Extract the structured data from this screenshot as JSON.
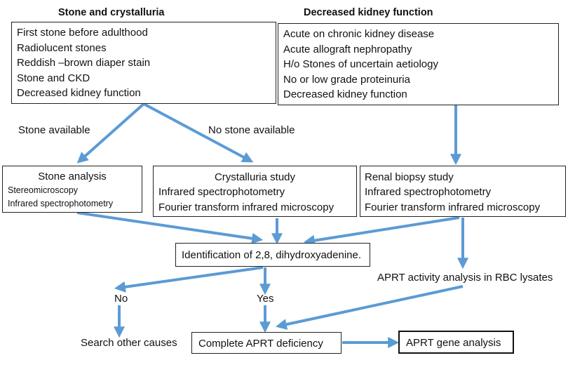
{
  "headers": {
    "left": "Stone and crystalluria",
    "right": "Decreased kidney function"
  },
  "box_stone_crystalluria": [
    "First stone before adulthood",
    "Radiolucent stones",
    "Reddish –brown  diaper stain",
    "Stone and CKD",
    "Decreased kidney function"
  ],
  "box_decreased_kidney": [
    "Acute on chronic kidney disease",
    "Acute allograft nephropathy",
    "H/o Stones of uncertain aetiology",
    "No or low grade proteinuria",
    "Decreased kidney function"
  ],
  "branch_labels": {
    "stone_available": "Stone available",
    "no_stone_available": "No stone available"
  },
  "stone_analysis": {
    "title": "Stone analysis",
    "items": [
      "Stereomicroscopy",
      "Infrared spectrophotometry"
    ]
  },
  "crystalluria_study": {
    "title": "Crystalluria study",
    "items": [
      "Infrared spectrophotometry",
      "Fourier transform infrared microscopy"
    ]
  },
  "renal_biopsy": {
    "title": "Renal biopsy study",
    "items": [
      "Infrared spectrophotometry",
      "Fourier transform infrared microscopy"
    ]
  },
  "identification": "Identification of 2,8, dihydroxyadenine.",
  "aprt_activity": "APRT activity analysis in RBC lysates",
  "no_label": "No",
  "yes_label": "Yes",
  "search_other": "Search other causes",
  "complete_deficiency": "Complete APRT deficiency",
  "gene_analysis": "APRT gene analysis",
  "colors": {
    "arrow": "#5b9bd5",
    "border": "#222222"
  }
}
